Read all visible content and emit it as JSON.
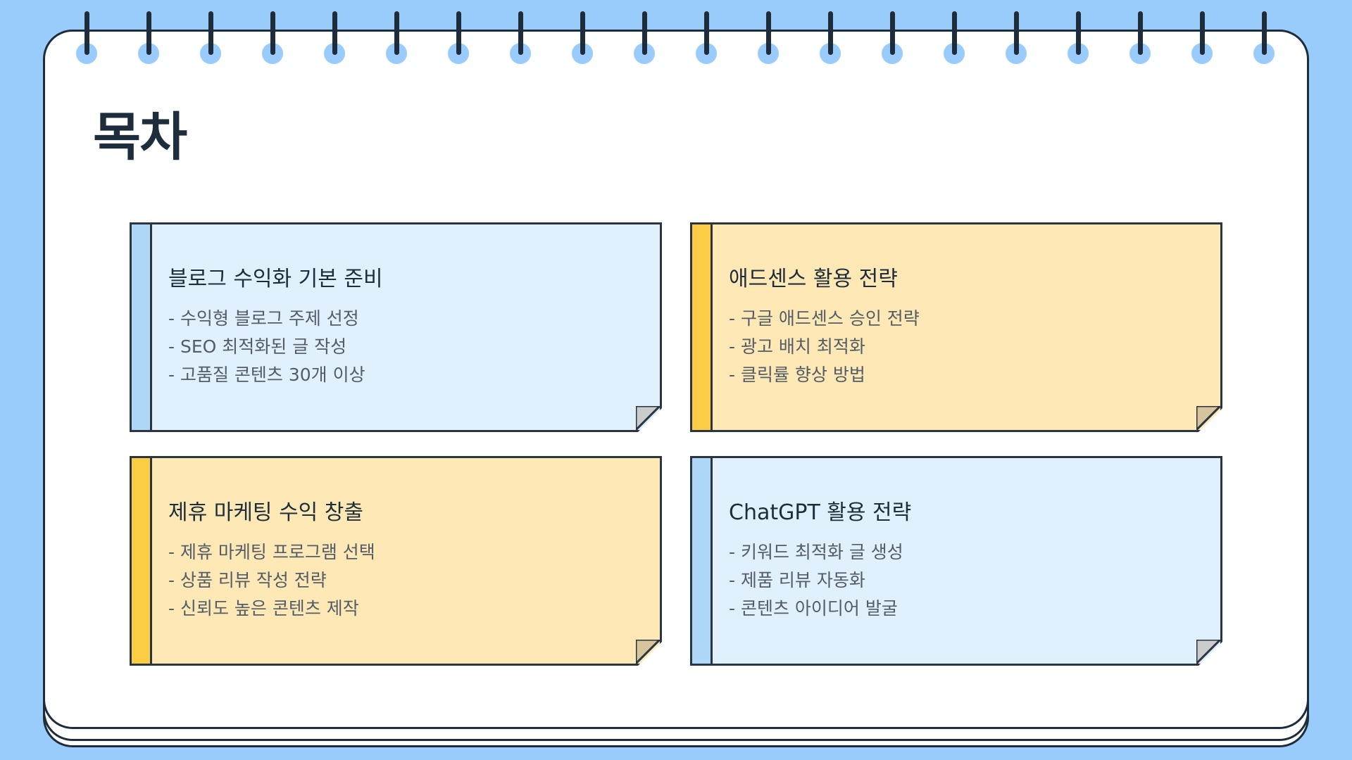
{
  "page": {
    "title": "목차"
  },
  "cards": [
    {
      "title": "블로그 수익화 기본 준비",
      "color": "#e1f0fd",
      "items": [
        "- 수익형 블로그 주제 선정",
        "- SEO 최적화된 글 작성",
        "- 고품질 콘텐츠 30개 이상"
      ]
    },
    {
      "title": "애드센스 활용 전략",
      "color": "#fee8b6",
      "items": [
        "- 구글 애드센스 승인 전략",
        "- 광고 배치 최적화",
        "- 클릭률 향상 방법"
      ]
    },
    {
      "title": "제휴 마케팅 수익 창출",
      "color": "#fee8b6",
      "items": [
        "- 제휴 마케팅 프로그램 선택",
        "- 상품 리뷰 작성 전략",
        "- 신뢰도 높은 콘텐츠 제작"
      ]
    },
    {
      "title": "ChatGPT 활용 전략",
      "color": "#e1f0fd",
      "items": [
        "- 키워드 최적화 글 생성",
        "- 제품 리뷰 자동화",
        "- 콘텐츠 아이디어 발굴"
      ]
    }
  ],
  "colors": {
    "background": "#99ccfa",
    "ink": "#1e2d3b",
    "accent_blue": "#afd7f8",
    "accent_yellow": "#fccc45"
  }
}
